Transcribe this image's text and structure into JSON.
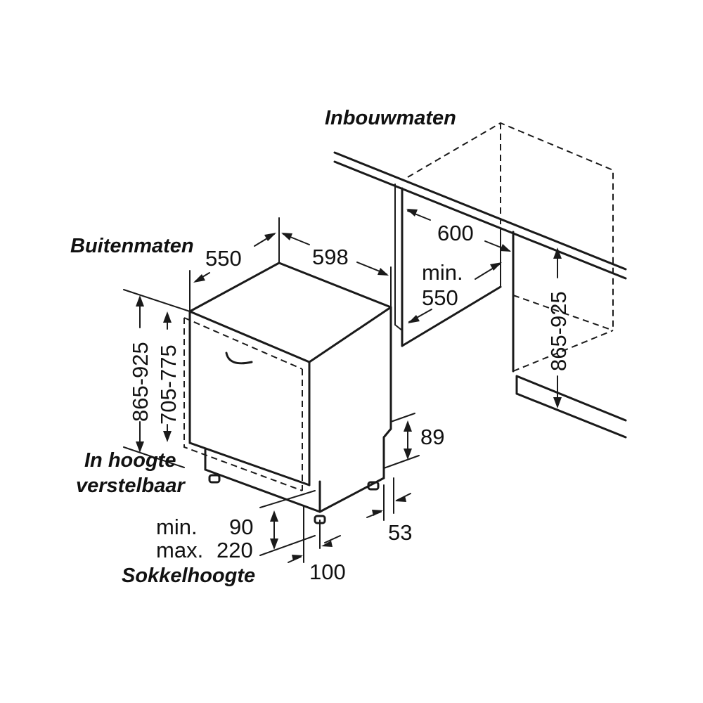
{
  "labels": {
    "built_in_dimensions": "Inbouwmaten",
    "outer_dimensions": "Buitenmaten",
    "height_adjustable_line1": "In hoogte",
    "height_adjustable_line2": "verstelbaar",
    "plinth_height": "Sokkelhoogte"
  },
  "dimensions": {
    "depth_550": "550",
    "width_598": "598",
    "height_range_outer": "865-925",
    "door_height_range": "705-775",
    "niche_width": "600",
    "niche_min_label": "min.",
    "niche_depth_min": "550",
    "niche_height_range": "865-925",
    "foot_89": "89",
    "foot_53": "53",
    "plinth_min_label": "min.",
    "plinth_min_value": "90",
    "plinth_max_label": "max.",
    "plinth_max_value": "220",
    "plinth_depth": "100"
  }
}
